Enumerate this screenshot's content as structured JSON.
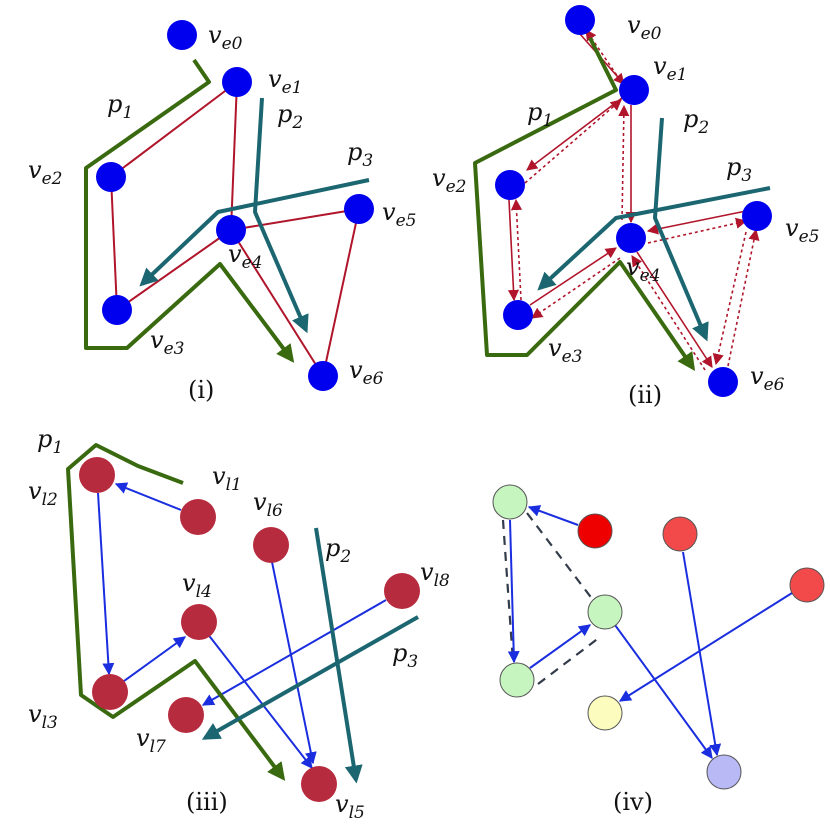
{
  "colors": {
    "path_green": "#3a6a10",
    "path_teal": "#1b6670",
    "edge_red": "#b0152b",
    "edge_blue": "#1a2ee0",
    "node_blue": "#0000ee",
    "node_dark_red": "#b72b3e",
    "node_red": "#ee0000",
    "node_light_red": "#f24a4a",
    "node_light_green": "#c6f5c0",
    "node_light_yellow": "#fcfcbe",
    "node_lavender": "#b9b9f6",
    "dashed": "#333c4a"
  },
  "panels": {
    "i": {
      "caption": "(i)",
      "nodes": [
        {
          "base": "v",
          "sub": "e0"
        },
        {
          "base": "v",
          "sub": "e1"
        },
        {
          "base": "v",
          "sub": "e2"
        },
        {
          "base": "v",
          "sub": "e3"
        },
        {
          "base": "v",
          "sub": "e4"
        },
        {
          "base": "v",
          "sub": "e5"
        },
        {
          "base": "v",
          "sub": "e6"
        }
      ],
      "paths": [
        {
          "base": "p",
          "sub": "1"
        },
        {
          "base": "p",
          "sub": "2"
        },
        {
          "base": "p",
          "sub": "3"
        }
      ]
    },
    "ii": {
      "caption": "(ii)",
      "nodes": [
        {
          "base": "v",
          "sub": "e0"
        },
        {
          "base": "v",
          "sub": "e1"
        },
        {
          "base": "v",
          "sub": "e2"
        },
        {
          "base": "v",
          "sub": "e3"
        },
        {
          "base": "v",
          "sub": "e4"
        },
        {
          "base": "v",
          "sub": "e5"
        },
        {
          "base": "v",
          "sub": "e6"
        }
      ],
      "paths": [
        {
          "base": "p",
          "sub": "1"
        },
        {
          "base": "p",
          "sub": "2"
        },
        {
          "base": "p",
          "sub": "3"
        }
      ]
    },
    "iii": {
      "caption": "(iii)",
      "nodes": [
        {
          "base": "v",
          "sub": "l1"
        },
        {
          "base": "v",
          "sub": "l2"
        },
        {
          "base": "v",
          "sub": "l3"
        },
        {
          "base": "v",
          "sub": "l4"
        },
        {
          "base": "v",
          "sub": "l5"
        },
        {
          "base": "v",
          "sub": "l6"
        },
        {
          "base": "v",
          "sub": "l7"
        },
        {
          "base": "v",
          "sub": "l8"
        }
      ],
      "paths": [
        {
          "base": "p",
          "sub": "1"
        },
        {
          "base": "p",
          "sub": "2"
        },
        {
          "base": "p",
          "sub": "3"
        }
      ]
    },
    "iv": {
      "caption": "(iv)"
    }
  }
}
